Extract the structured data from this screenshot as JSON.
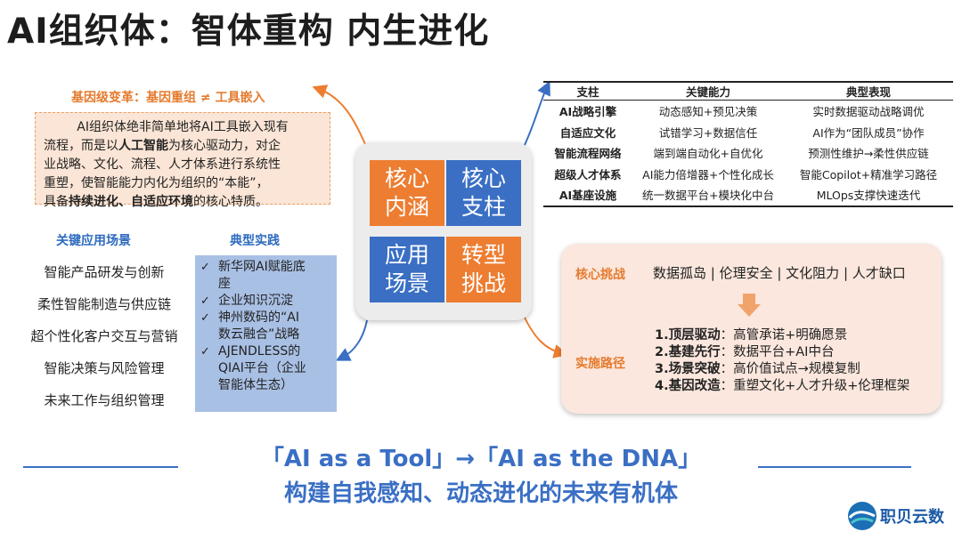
{
  "title": "AI组织体：智体重构 内生进化",
  "gene": {
    "heading": "基因级变革：基因重组 ≠ 工具嵌入",
    "line1_a": "AI组织体绝非简单地将AI工具嵌入现有",
    "line2_a": "流程，而是以",
    "line2_b": "人工智能",
    "line2_c": "为核心驱动力，对企",
    "line3": "业战略、文化、流程、人才体系进行系统性",
    "line4": "重塑，使智能能力内化为组织的“本能”，",
    "line5_a": "具备",
    "line5_b": "持续进化、自适应环境",
    "line5_c": "的核心特质。"
  },
  "scenarios": {
    "heading": "关键应用场景",
    "items": [
      "智能产品研发与创新",
      "柔性智能制造与供应链",
      "超个性化客户交互与营销",
      "智能决策与风险管理",
      "未来工作与组织管理"
    ]
  },
  "practices": {
    "heading": "典型实践",
    "check": "✓",
    "items": [
      {
        "l1": "新华网AI赋能底",
        "l2": "座"
      },
      {
        "l1": "企业知识沉淀",
        "l2": ""
      },
      {
        "l1": "神州数码的“AI",
        "l2": "数云融合”战略"
      },
      {
        "l1": "AJENDLESS的",
        "l2": "QIAI平台（企业",
        "l3": "智能体生态）"
      }
    ]
  },
  "quadrants": {
    "q1_l1": "核心",
    "q1_l2": "内涵",
    "q2_l1": "核心",
    "q2_l2": "支柱",
    "q3_l1": "应用",
    "q3_l2": "场景",
    "q4_l1": "转型",
    "q4_l2": "挑战"
  },
  "pillars": {
    "headers": [
      "支柱",
      "关键能力",
      "典型表现"
    ],
    "rows": [
      [
        "AI战略引擎",
        "动态感知+预见决策",
        "实时数据驱动战略调优"
      ],
      [
        "自适应文化",
        "试错学习+数据信任",
        "AI作为“团队成员”协作"
      ],
      [
        "智能流程网络",
        "端到端自动化+自优化",
        "预测性维护→柔性供应链"
      ],
      [
        "超级人才体系",
        "AI能力倍增器+个性化成长",
        "智能Copilot+精准学习路径"
      ],
      [
        "AI基座设施",
        "统一数据平台+模块化中台",
        "MLOps支撑快速迭代"
      ]
    ]
  },
  "challenges": {
    "label": "核心挑战",
    "text": "数据孤岛 | 伦理安全 | 文化阻力 | 人才缺口",
    "path_label": "实施路径",
    "steps": [
      {
        "k": "1.顶层驱动",
        "v": "：高管承诺+明确愿景"
      },
      {
        "k": "2.基建先行",
        "v": "：数据平台+AI中台"
      },
      {
        "k": "3.场景突破",
        "v": "：高价值试点→规模复制"
      },
      {
        "k": "4.基因改造",
        "v": "：重塑文化+人才升级+伦理框架"
      }
    ]
  },
  "slogan": {
    "line1": "「AI as a Tool」→「AI as the DNA」",
    "line2": "构建自我感知、动态进化的未来有机体"
  },
  "logo": {
    "name": "职贝云数"
  },
  "colors": {
    "orange": "#ed7d31",
    "blue": "#3a6fc4",
    "peach": "#fbe5d6"
  }
}
